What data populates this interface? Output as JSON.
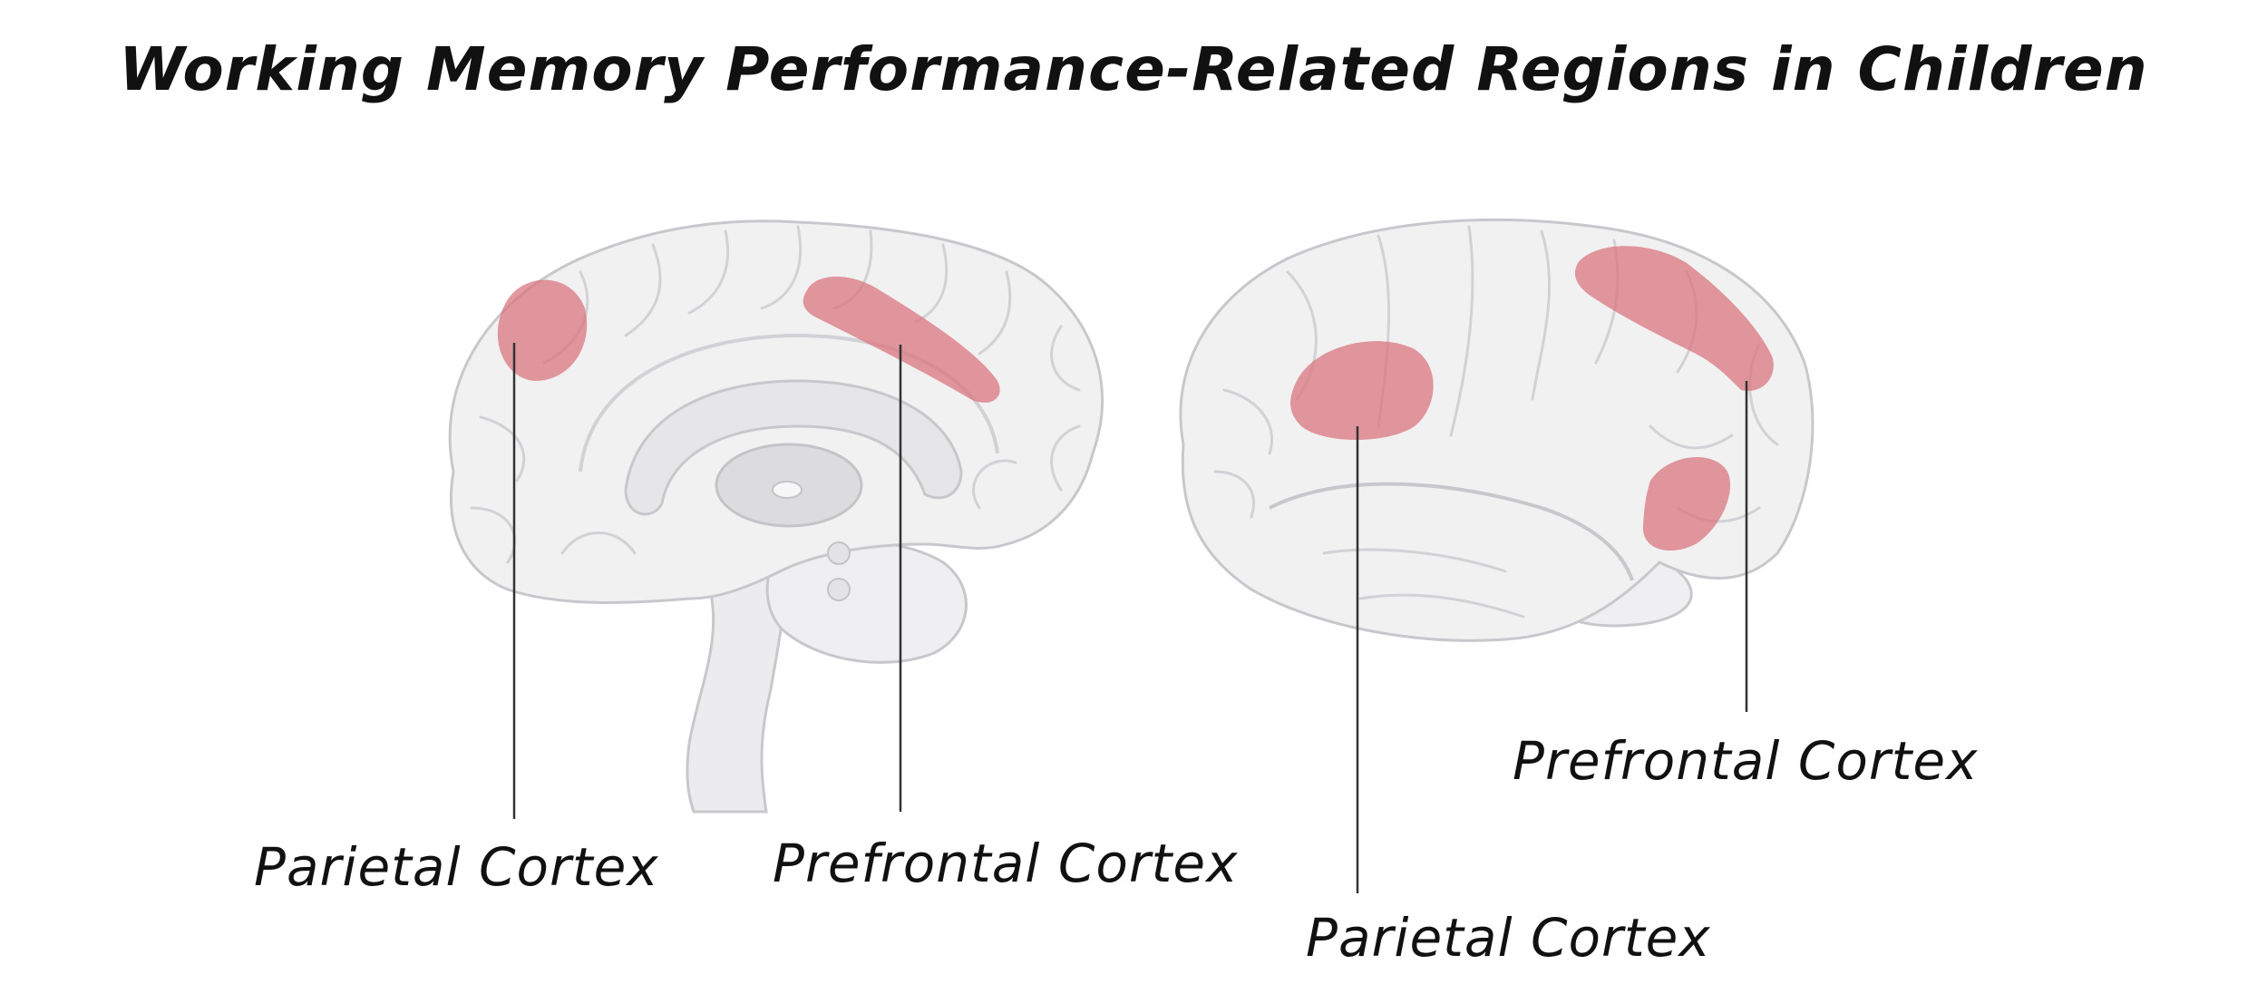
{
  "title": "Working Memory Performance-Related Regions in Children",
  "colors": {
    "brain_fill": "#f1f1f2",
    "brain_stroke": "#c8c8cc",
    "gyrus_line": "#d2d2d6",
    "highlight": "#d9707a",
    "leader_line": "#333333",
    "text": "#111111"
  },
  "labels": {
    "left_parietal": "Parietal Cortex",
    "left_prefrontal": "Prefrontal Cortex",
    "right_prefrontal": "Prefrontal Cortex",
    "right_parietal": "Parietal Cortex"
  }
}
